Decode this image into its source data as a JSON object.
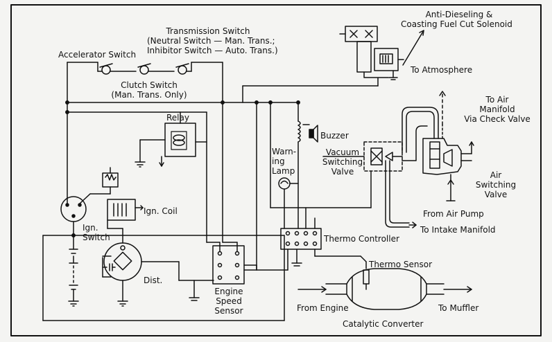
{
  "labels": {
    "solenoid_line1": "Anti-Dieseling &",
    "solenoid_line2": "Coasting Fuel Cut Solenoid",
    "to_atmosphere": "To Atmosphere",
    "trans_switch_line1": "Transmission Switch",
    "trans_switch_line2": "(Neutral Switch — Man. Trans.;",
    "trans_switch_line3": "Inhibitor Switch — Auto. Trans.)",
    "accelerator_switch": "Accelerator Switch",
    "clutch_switch_line1": "Clutch Switch",
    "clutch_switch_line2": "(Man. Trans. Only)",
    "relay": "Relay",
    "buzzer": "Buzzer",
    "warning_lamp_line1": "Warn-",
    "warning_lamp_line2": "ing",
    "warning_lamp_line3": "Lamp",
    "vsv_line1": "Vacuum",
    "vsv_line2": "Switching",
    "vsv_line3": "Valve",
    "to_air_manifold_line1": "To Air",
    "to_air_manifold_line2": "Manifold",
    "to_air_manifold_line3": "Via Check Valve",
    "air_switching_valve_line1": "Air",
    "air_switching_valve_line2": "Switching",
    "air_switching_valve_line3": "Valve",
    "from_air_pump": "From Air Pump",
    "to_intake_manifold": "To Intake Manifold",
    "ign_coil": "Ign. Coil",
    "ign_switch_line1": "Ign.",
    "ign_switch_line2": "Switch",
    "thermo_controller": "Thermo Controller",
    "thermo_sensor": "Thermo Sensor",
    "dist": "Dist.",
    "engine_speed_sensor_line1": "Engine",
    "engine_speed_sensor_line2": "Speed",
    "engine_speed_sensor_line3": "Sensor",
    "from_engine": "From Engine",
    "to_muffler": "To Muffler",
    "catalytic_converter": "Catalytic Converter"
  },
  "colors": {
    "ink": "#111111",
    "paper": "#f4f4f2"
  }
}
